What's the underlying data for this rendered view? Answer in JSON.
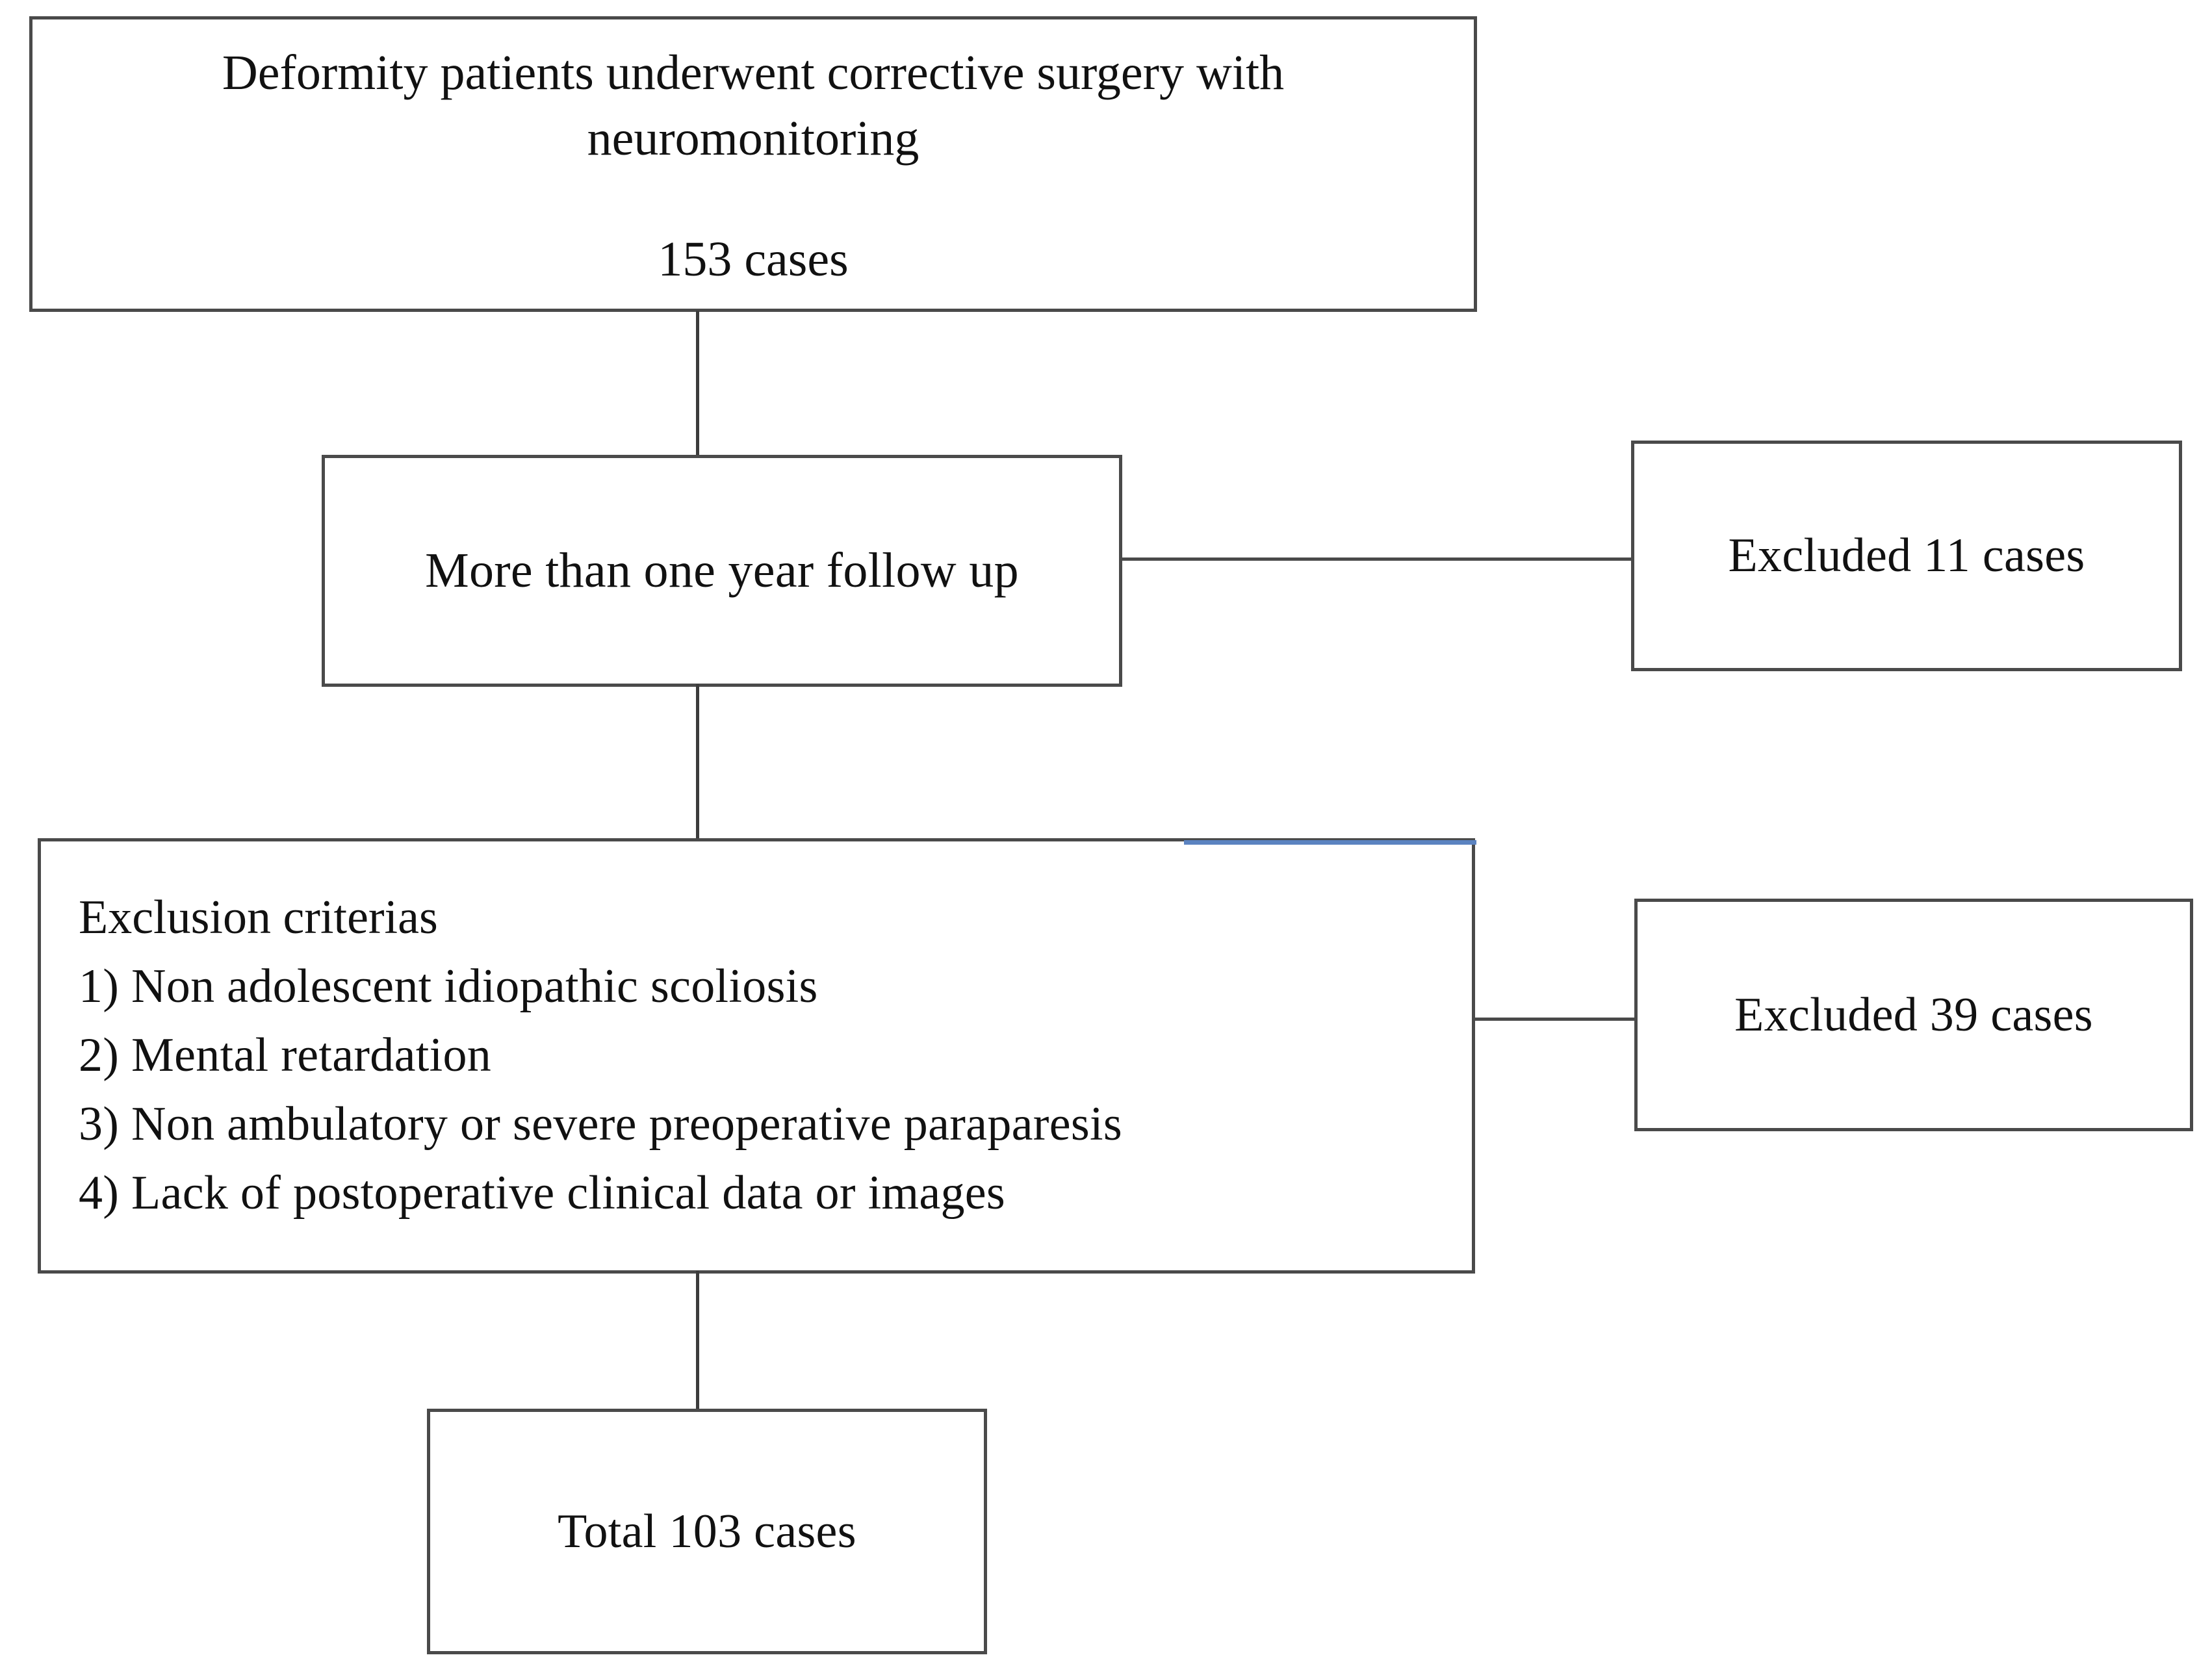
{
  "diagram": {
    "type": "patient-selection-flowchart",
    "nodes": {
      "cohort": {
        "title": "Deformity patients underwent corrective surgery with\nneuromonitoring",
        "count": "153 cases"
      },
      "followup": {
        "label": "More than one year follow up"
      },
      "excluded_followup": {
        "label": "Excluded 11 cases"
      },
      "exclusion_criteria": {
        "heading": "Exclusion criterias",
        "items": "1) Non adolescent idiopathic scoliosis\n2) Mental retardation\n3) Non ambulatory or severe preoperative paraparesis\n4) Lack of postoperative clinical data or images"
      },
      "excluded_criteria": {
        "label": "Excluded 39 cases"
      },
      "total": {
        "label": "Total 103 cases"
      }
    },
    "colors": {
      "box_border": "#4a4a4a",
      "connector": "#3c3c3c",
      "text": "#111111",
      "artifact_rule": "#5b83c0",
      "background": "#ffffff"
    }
  }
}
